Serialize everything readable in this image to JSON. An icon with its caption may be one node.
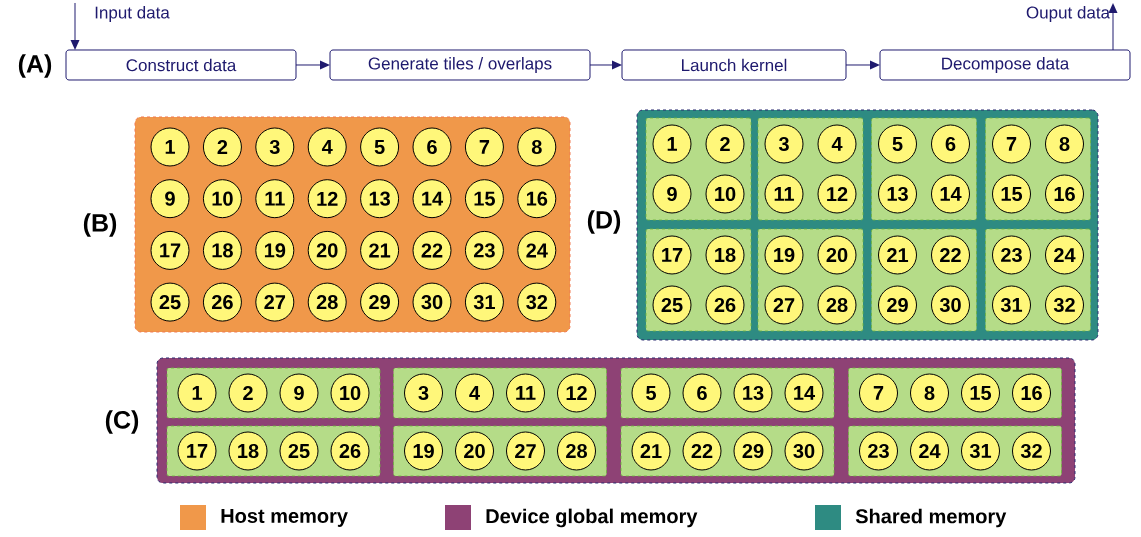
{
  "diagram": {
    "nodes": [
      {
        "text": [
          "Input data"
        ]
      },
      {
        "text": [
          "Construct data"
        ]
      },
      {
        "text": [
          "Generate tiles / overlaps"
        ]
      },
      {
        "text": [
          "Launch kernel"
        ]
      },
      {
        "text": [
          "Decompose data"
        ]
      },
      {
        "text": [
          "Ouput data"
        ]
      },
      {
        "text": [],
        "shape": "box"
      },
      {
        "text": [
          "1"
        ],
        "in": 6
      },
      {
        "text": [
          "2"
        ],
        "in": 6
      },
      {
        "text": [
          "3"
        ],
        "in": 6
      },
      {
        "text": [
          "4"
        ],
        "in": 6
      },
      {
        "text": [
          "5"
        ],
        "in": 6
      },
      {
        "text": [
          "6"
        ],
        "in": 6
      },
      {
        "text": [
          "7"
        ],
        "in": 6
      },
      {
        "text": [
          "8"
        ],
        "in": 6
      },
      {
        "text": [
          "9"
        ],
        "in": 6
      },
      {
        "text": [
          "10"
        ],
        "in": 6
      },
      {
        "text": [
          "11"
        ],
        "in": 6
      },
      {
        "text": [
          "12"
        ],
        "in": 6
      },
      {
        "text": [
          "13"
        ],
        "in": 6
      },
      {
        "text": [
          "14"
        ],
        "in": 6
      },
      {
        "text": [
          "15"
        ],
        "in": 6
      },
      {
        "text": [
          "16"
        ],
        "in": 6
      },
      {
        "text": [
          "17"
        ],
        "in": 6
      },
      {
        "text": [
          "18"
        ],
        "in": 6
      },
      {
        "text": [
          "19"
        ],
        "in": 6
      },
      {
        "text": [
          "20"
        ],
        "in": 6
      },
      {
        "text": [
          "21"
        ],
        "in": 6
      },
      {
        "text": [
          "22"
        ],
        "in": 6
      },
      {
        "text": [
          "23"
        ],
        "in": 6
      },
      {
        "text": [
          "24"
        ],
        "in": 6
      },
      {
        "text": [
          "25"
        ],
        "in": 6
      },
      {
        "text": [
          "26"
        ],
        "in": 6
      },
      {
        "text": [
          "27"
        ],
        "in": 6
      },
      {
        "text": [
          "28"
        ],
        "in": 6
      },
      {
        "text": [
          "29"
        ],
        "in": 6
      },
      {
        "text": [
          "30"
        ],
        "in": 6
      },
      {
        "text": [
          "31"
        ],
        "in": 6
      },
      {
        "text": [
          "32"
        ],
        "in": 6
      },
      {
        "text": [],
        "shape": "box"
      },
      {
        "text": [],
        "shape": "box",
        "in": 39
      },
      {
        "text": [
          "1"
        ],
        "in": 40
      },
      {
        "text": [
          "2"
        ],
        "in": 40
      },
      {
        "text": [
          "9"
        ],
        "in": 40
      },
      {
        "text": [
          "10"
        ],
        "in": 40
      },
      {
        "text": [],
        "shape": "box",
        "in": 39
      },
      {
        "text": [
          "3"
        ],
        "in": 45
      },
      {
        "text": [
          "4"
        ],
        "in": 45
      },
      {
        "text": [
          "11"
        ],
        "in": 45
      },
      {
        "text": [
          "12"
        ],
        "in": 45
      },
      {
        "text": [],
        "shape": "box",
        "in": 39
      },
      {
        "text": [
          "5"
        ],
        "in": 50
      },
      {
        "text": [
          "6"
        ],
        "in": 50
      },
      {
        "text": [
          "13"
        ],
        "in": 50
      },
      {
        "text": [
          "14"
        ],
        "in": 50
      },
      {
        "text": [],
        "shape": "box",
        "in": 39
      },
      {
        "text": [
          "7"
        ],
        "in": 55
      },
      {
        "text": [
          "8"
        ],
        "in": 55
      },
      {
        "text": [
          "15"
        ],
        "in": 55
      },
      {
        "text": [
          "16"
        ],
        "in": 55
      },
      {
        "text": [],
        "shape": "box",
        "in": 39
      },
      {
        "text": [
          "17"
        ],
        "in": 60
      },
      {
        "text": [
          "18"
        ],
        "in": 60
      },
      {
        "text": [
          "25"
        ],
        "in": 60
      },
      {
        "text": [
          "26"
        ],
        "in": 60
      },
      {
        "text": [],
        "shape": "box",
        "in": 39
      },
      {
        "text": [
          "19"
        ],
        "in": 65
      },
      {
        "text": [
          "20"
        ],
        "in": 65
      },
      {
        "text": [
          "27"
        ],
        "in": 65
      },
      {
        "text": [
          "28"
        ],
        "in": 65
      },
      {
        "text": [],
        "shape": "box",
        "in": 39
      },
      {
        "text": [
          "21"
        ],
        "in": 70
      },
      {
        "text": [
          "22"
        ],
        "in": 70
      },
      {
        "text": [
          "29"
        ],
        "in": 70
      },
      {
        "text": [
          "30"
        ],
        "in": 70
      },
      {
        "text": [],
        "shape": "box",
        "in": 39
      },
      {
        "text": [
          "23"
        ],
        "in": 75
      },
      {
        "text": [
          "24"
        ],
        "in": 75
      },
      {
        "text": [
          "31"
        ],
        "in": 75
      },
      {
        "text": [
          "32"
        ],
        "in": 75
      },
      {
        "text": [],
        "shape": "box"
      },
      {
        "text": [],
        "shape": "box",
        "in": 80
      },
      {
        "text": [
          "1"
        ],
        "in": 81
      },
      {
        "text": [
          "2"
        ],
        "in": 81
      },
      {
        "text": [
          "9"
        ],
        "in": 81
      },
      {
        "text": [
          "10"
        ],
        "in": 81
      },
      {
        "text": [],
        "shape": "box",
        "in": 80
      },
      {
        "text": [
          "3"
        ],
        "in": 86
      },
      {
        "text": [
          "4"
        ],
        "in": 86
      },
      {
        "text": [
          "11"
        ],
        "in": 86
      },
      {
        "text": [
          "12"
        ],
        "in": 86
      },
      {
        "text": [],
        "shape": "box",
        "in": 80
      },
      {
        "text": [
          "5"
        ],
        "in": 91
      },
      {
        "text": [
          "6"
        ],
        "in": 91
      },
      {
        "text": [
          "13"
        ],
        "in": 91
      },
      {
        "text": [
          "14"
        ],
        "in": 91
      },
      {
        "text": [],
        "shape": "box",
        "in": 80
      },
      {
        "text": [
          "7"
        ],
        "in": 96
      },
      {
        "text": [
          "8"
        ],
        "in": 96
      },
      {
        "text": [
          "15"
        ],
        "in": 96
      },
      {
        "text": [
          "16"
        ],
        "in": 96
      },
      {
        "text": [],
        "shape": "box",
        "in": 80
      },
      {
        "text": [
          "17"
        ],
        "in": 101
      },
      {
        "text": [
          "18"
        ],
        "in": 101
      },
      {
        "text": [
          "25"
        ],
        "in": 101
      },
      {
        "text": [
          "26"
        ],
        "in": 101
      },
      {
        "text": [],
        "shape": "box",
        "in": 80
      },
      {
        "text": [
          "19"
        ],
        "in": 106
      },
      {
        "text": [
          "20"
        ],
        "in": 106
      },
      {
        "text": [
          "27"
        ],
        "in": 106
      },
      {
        "text": [
          "28"
        ],
        "in": 106
      },
      {
        "text": [],
        "shape": "box",
        "in": 80
      },
      {
        "text": [
          "21"
        ],
        "in": 111
      },
      {
        "text": [
          "22"
        ],
        "in": 111
      },
      {
        "text": [
          "29"
        ],
        "in": 111
      },
      {
        "text": [
          "30"
        ],
        "in": 111
      },
      {
        "text": [],
        "shape": "box",
        "in": 80
      },
      {
        "text": [
          "23"
        ],
        "in": 116
      },
      {
        "text": [
          "24"
        ],
        "in": 116
      },
      {
        "text": [
          "31"
        ],
        "in": 116
      },
      {
        "text": [
          "32"
        ],
        "in": 116
      }
    ],
    "edges": [
      {
        "from": 0,
        "to": 1,
        "arrow": "to"
      },
      {
        "from": 1,
        "to": 2,
        "arrow": "to"
      },
      {
        "from": 2,
        "to": 3,
        "arrow": "to"
      },
      {
        "from": 3,
        "to": 4,
        "arrow": "to"
      },
      {
        "from": 4,
        "to": 5,
        "arrow": "to"
      }
    ],
    "labels": [
      "(A)",
      "(B)",
      "(D)",
      "(C)"
    ],
    "legend": [
      {
        "text": "Host memory",
        "color": "#f0984a"
      },
      {
        "text": "Device global memory",
        "color": "#8e4275"
      },
      {
        "text": "Shared memory",
        "color": "#2e8b82"
      }
    ]
  }
}
